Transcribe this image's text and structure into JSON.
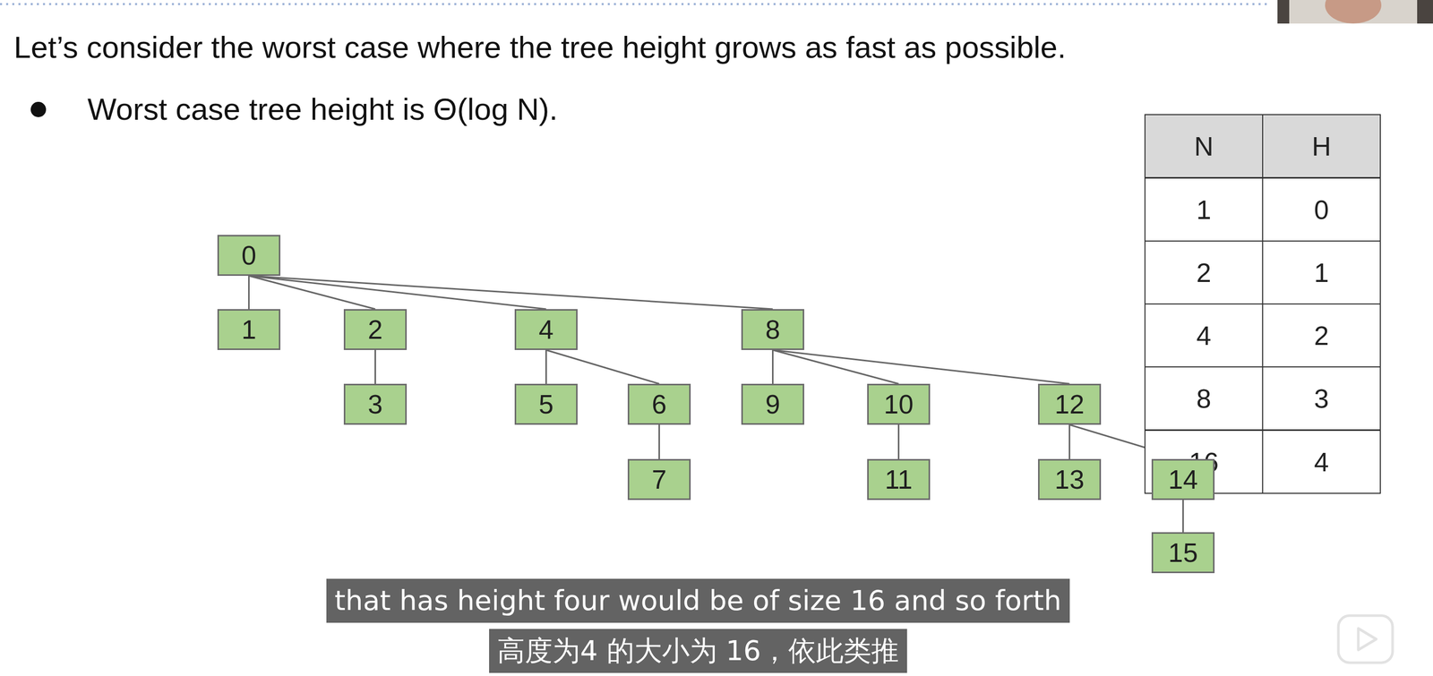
{
  "diagram": {
    "title": "Let’s consider the worst case where the tree height grows as fast as possible.",
    "nodes": [
      {
        "text": [
          "0"
        ]
      },
      {
        "text": [
          "1"
        ]
      },
      {
        "text": [
          "2"
        ]
      },
      {
        "text": [
          "4"
        ]
      },
      {
        "text": [
          "8"
        ]
      },
      {
        "text": [
          "3"
        ]
      },
      {
        "text": [
          "5"
        ]
      },
      {
        "text": [
          "6"
        ]
      },
      {
        "text": [
          "9"
        ]
      },
      {
        "text": [
          "10"
        ]
      },
      {
        "text": [
          "12"
        ]
      },
      {
        "text": [
          "7"
        ]
      },
      {
        "text": [
          "11"
        ]
      },
      {
        "text": [
          "13"
        ]
      },
      {
        "text": [
          "14"
        ]
      },
      {
        "text": [
          "15"
        ]
      }
    ],
    "edges": [
      {
        "from": 0,
        "to": 1,
        "arrow": "none"
      },
      {
        "from": 0,
        "to": 2,
        "arrow": "none"
      },
      {
        "from": 0,
        "to": 3,
        "arrow": "none"
      },
      {
        "from": 0,
        "to": 4,
        "arrow": "none"
      },
      {
        "from": 2,
        "to": 5,
        "arrow": "none"
      },
      {
        "from": 3,
        "to": 6,
        "arrow": "none"
      },
      {
        "from": 3,
        "to": 7,
        "arrow": "none"
      },
      {
        "from": 7,
        "to": 11,
        "arrow": "none"
      },
      {
        "from": 4,
        "to": 8,
        "arrow": "none"
      },
      {
        "from": 4,
        "to": 9,
        "arrow": "none"
      },
      {
        "from": 4,
        "to": 10,
        "arrow": "none"
      },
      {
        "from": 9,
        "to": 12,
        "arrow": "none"
      },
      {
        "from": 10,
        "to": 13,
        "arrow": "none"
      },
      {
        "from": 10,
        "to": 14,
        "arrow": "none"
      },
      {
        "from": 14,
        "to": 15,
        "arrow": "none"
      }
    ],
    "labels": [
      "Worst case tree height is Θ(log N).",
      "N",
      "H",
      "1",
      "0",
      "2",
      "1",
      "4",
      "2",
      "8",
      "3",
      "16",
      "4",
      "that has height four would be of size 16 and so forth",
      "高度为4 的大小为 16，依此类推"
    ]
  }
}
